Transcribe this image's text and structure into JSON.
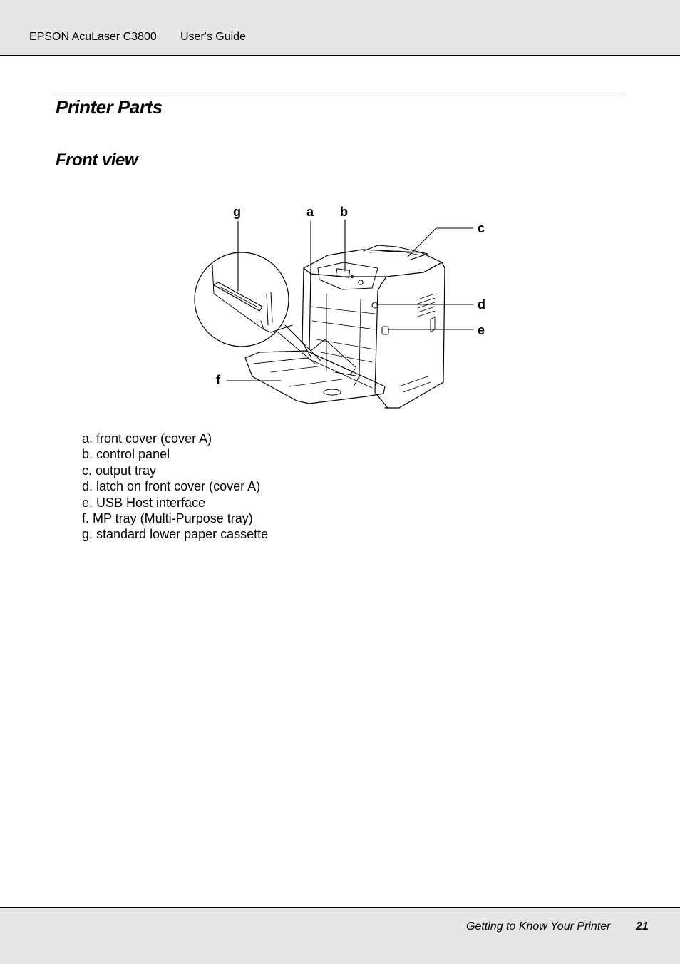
{
  "header": {
    "product": "EPSON AcuLaser C3800",
    "guide": "User's Guide"
  },
  "section": {
    "title": "Printer Parts",
    "subtitle": "Front view"
  },
  "figure": {
    "callouts": {
      "a": "a",
      "b": "b",
      "c": "c",
      "d": "d",
      "e": "e",
      "f": "f",
      "g": "g"
    }
  },
  "parts": [
    "a. front cover (cover A)",
    "b. control panel",
    "c. output tray",
    "d. latch on front cover (cover A)",
    "e. USB Host interface",
    "f. MP tray (Multi-Purpose tray)",
    "g. standard lower paper cassette"
  ],
  "footer": {
    "chapter": "Getting to Know Your Printer",
    "page": "21"
  }
}
